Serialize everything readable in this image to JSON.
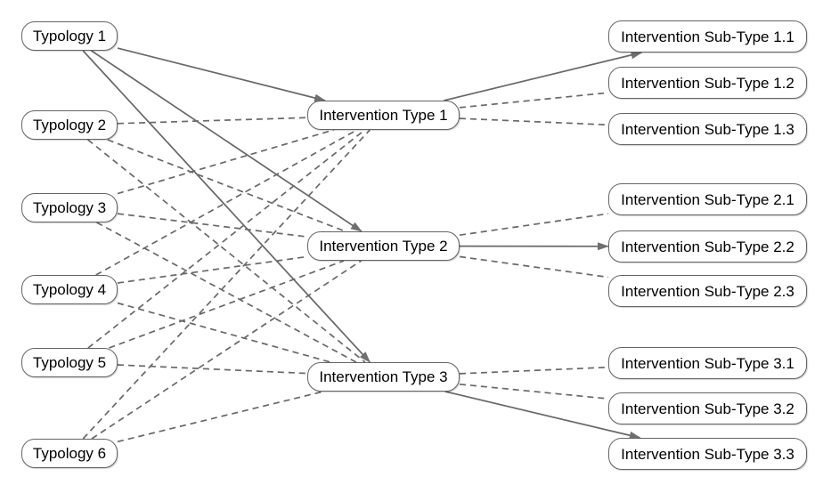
{
  "diagram": {
    "colors": {
      "background": "#ffffff",
      "box_fill": "#ffffff",
      "box_border": "#646464",
      "line": "#686868",
      "arrowhead": "#6f6f6f",
      "text": "#000000"
    },
    "columns": {
      "typologies": {
        "items": [
          {
            "id": "t1",
            "label": "Typology 1"
          },
          {
            "id": "t2",
            "label": "Typology 2"
          },
          {
            "id": "t3",
            "label": "Typology 3"
          },
          {
            "id": "t4",
            "label": "Typology 4"
          },
          {
            "id": "t5",
            "label": "Typology 5"
          },
          {
            "id": "t6",
            "label": "Typology 6"
          }
        ]
      },
      "intervention_types": {
        "items": [
          {
            "id": "it1",
            "label": "Intervention Type 1"
          },
          {
            "id": "it2",
            "label": "Intervention Type 2"
          },
          {
            "id": "it3",
            "label": "Intervention Type 3"
          }
        ]
      },
      "sub_types": {
        "items": [
          {
            "id": "s11",
            "label": "Intervention Sub-Type 1.1"
          },
          {
            "id": "s12",
            "label": "Intervention Sub-Type 1.2"
          },
          {
            "id": "s13",
            "label": "Intervention Sub-Type 1.3"
          },
          {
            "id": "s21",
            "label": "Intervention Sub-Type 2.1"
          },
          {
            "id": "s22",
            "label": "Intervention Sub-Type 2.2"
          },
          {
            "id": "s23",
            "label": "Intervention Sub-Type 2.3"
          },
          {
            "id": "s31",
            "label": "Intervention Sub-Type 3.1"
          },
          {
            "id": "s32",
            "label": "Intervention Sub-Type 3.2"
          },
          {
            "id": "s33",
            "label": "Intervention Sub-Type 3.3"
          }
        ]
      }
    },
    "edges": [
      {
        "from": "t1",
        "to": "it1",
        "style": "solid",
        "arrow": true
      },
      {
        "from": "t1",
        "to": "it2",
        "style": "solid",
        "arrow": true
      },
      {
        "from": "t1",
        "to": "it3",
        "style": "solid",
        "arrow": true
      },
      {
        "from": "t2",
        "to": "it1",
        "style": "dashed",
        "arrow": false
      },
      {
        "from": "t2",
        "to": "it2",
        "style": "dashed",
        "arrow": false
      },
      {
        "from": "t2",
        "to": "it3",
        "style": "dashed",
        "arrow": false
      },
      {
        "from": "t3",
        "to": "it1",
        "style": "dashed",
        "arrow": false
      },
      {
        "from": "t3",
        "to": "it2",
        "style": "dashed",
        "arrow": false
      },
      {
        "from": "t3",
        "to": "it3",
        "style": "dashed",
        "arrow": false
      },
      {
        "from": "t4",
        "to": "it1",
        "style": "dashed",
        "arrow": false
      },
      {
        "from": "t4",
        "to": "it2",
        "style": "dashed",
        "arrow": false
      },
      {
        "from": "t4",
        "to": "it3",
        "style": "dashed",
        "arrow": false
      },
      {
        "from": "t5",
        "to": "it1",
        "style": "dashed",
        "arrow": false
      },
      {
        "from": "t5",
        "to": "it2",
        "style": "dashed",
        "arrow": false
      },
      {
        "from": "t5",
        "to": "it3",
        "style": "dashed",
        "arrow": false
      },
      {
        "from": "t6",
        "to": "it1",
        "style": "dashed",
        "arrow": false
      },
      {
        "from": "t6",
        "to": "it2",
        "style": "dashed",
        "arrow": false
      },
      {
        "from": "t6",
        "to": "it3",
        "style": "dashed",
        "arrow": false
      },
      {
        "from": "it1",
        "to": "s11",
        "style": "solid",
        "arrow": true
      },
      {
        "from": "it1",
        "to": "s12",
        "style": "dashed",
        "arrow": false
      },
      {
        "from": "it1",
        "to": "s13",
        "style": "dashed",
        "arrow": false
      },
      {
        "from": "it2",
        "to": "s21",
        "style": "dashed",
        "arrow": false
      },
      {
        "from": "it2",
        "to": "s22",
        "style": "solid",
        "arrow": true
      },
      {
        "from": "it2",
        "to": "s23",
        "style": "dashed",
        "arrow": false
      },
      {
        "from": "it3",
        "to": "s31",
        "style": "dashed",
        "arrow": false
      },
      {
        "from": "it3",
        "to": "s32",
        "style": "dashed",
        "arrow": false
      },
      {
        "from": "it3",
        "to": "s33",
        "style": "solid",
        "arrow": true
      }
    ]
  }
}
